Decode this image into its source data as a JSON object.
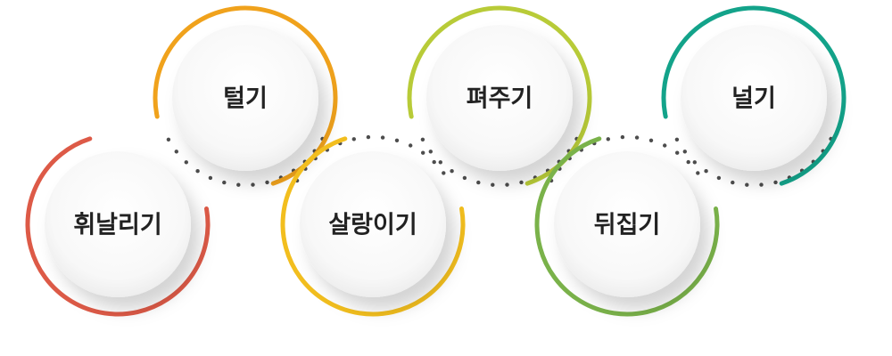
{
  "steps": [
    {
      "label": "휘날리기",
      "color": "#dd5a47"
    },
    {
      "label": "털기",
      "color": "#f0a21c"
    },
    {
      "label": "살랑이기",
      "color": "#f2be1e"
    },
    {
      "label": "펴주기",
      "color": "#b8cb38"
    },
    {
      "label": "뒤집기",
      "color": "#7ab24a"
    },
    {
      "label": "널기",
      "color": "#13a38a"
    }
  ]
}
